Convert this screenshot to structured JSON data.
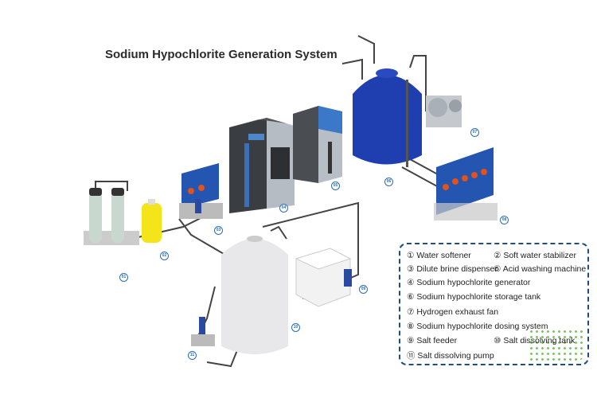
{
  "title": "Sodium Hypochlorite Generation System",
  "callouts": [
    "01",
    "02",
    "03",
    "04",
    "05",
    "06",
    "07",
    "08",
    "09",
    "10",
    "11"
  ],
  "legend": [
    "① Water softener",
    "② Soft water stabilizer",
    "③ Dilute brine dispenser",
    "⑤ Acid washing machine",
    "④ Sodium hypochlorite generator",
    "⑥ Sodium hypochlorite  storage tank",
    "⑦ Hydrogen exhaust fan",
    "⑧ Sodium hypochlorite dosing system",
    "⑨ Salt feeder",
    "⑩ Salt dissolving tank",
    "⑪ Salt dissolving pump"
  ],
  "colors": {
    "accent": "#1e4d80",
    "tank_blue": "#1f3fb0",
    "green": "#5fb53a"
  }
}
